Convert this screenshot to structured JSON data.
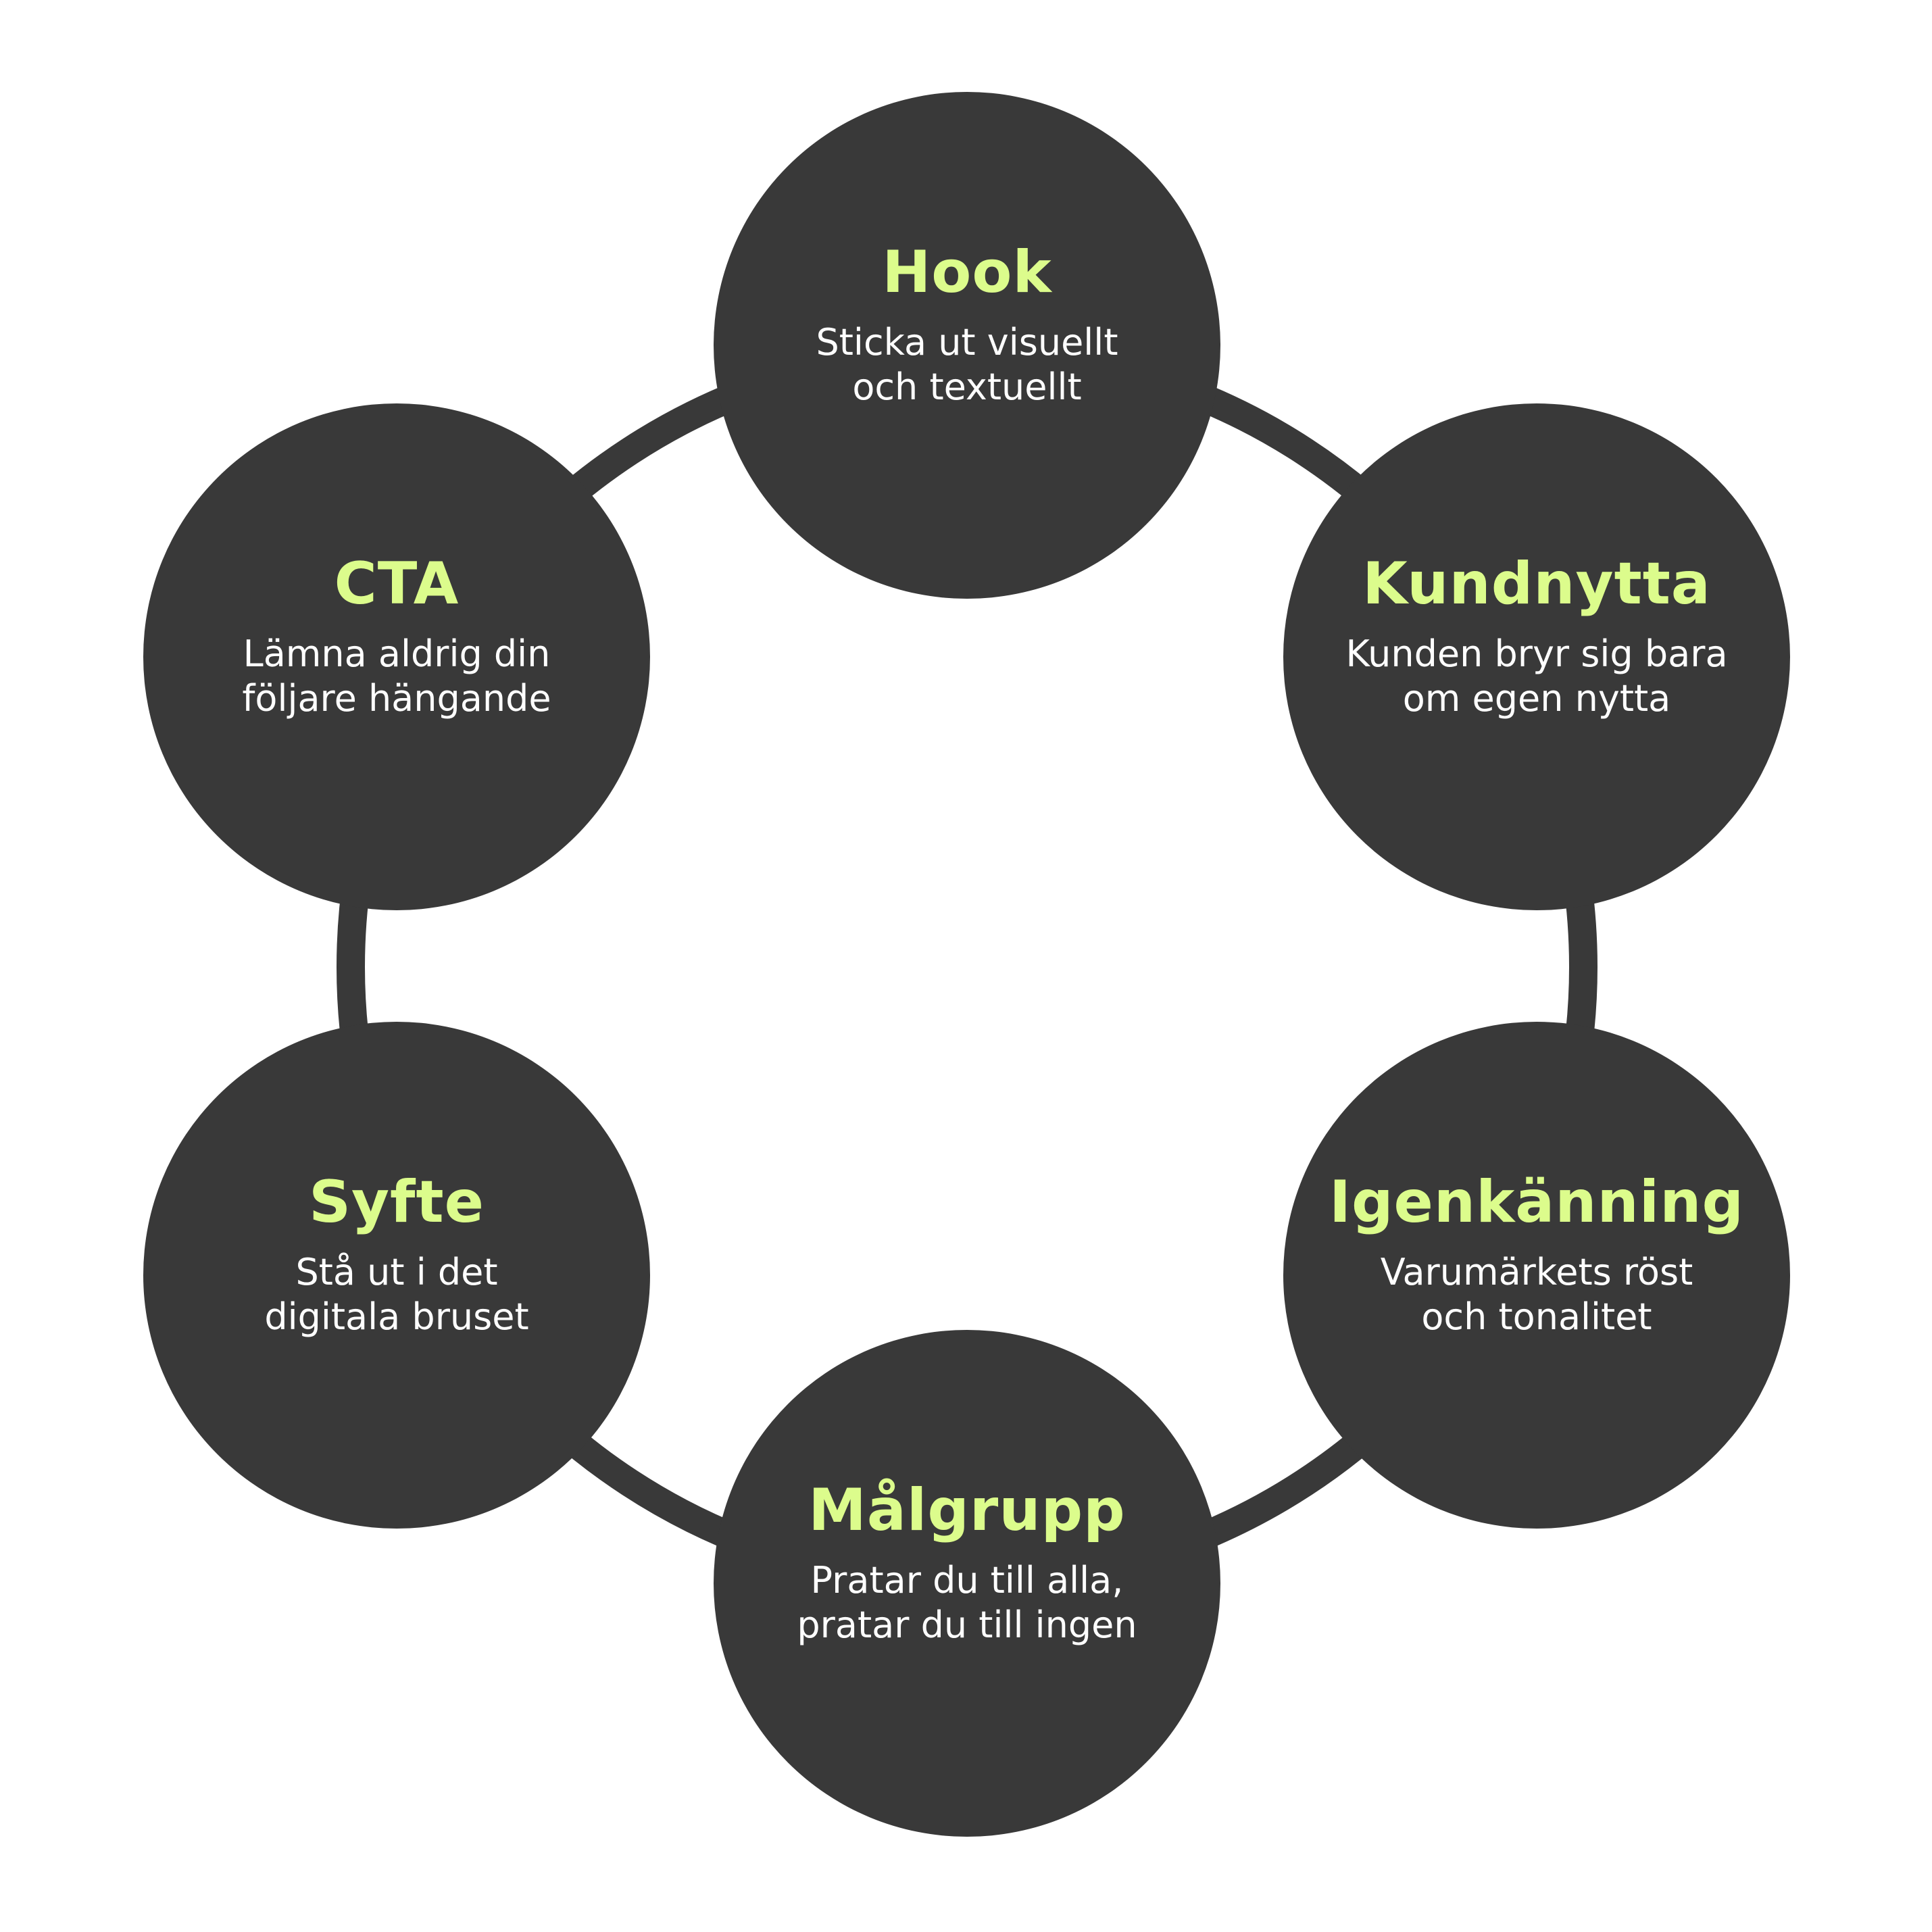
{
  "colors": {
    "node_fill": "#393939",
    "ring_stroke": "#393939",
    "title": "#dcfc8c",
    "description": "#ffffff",
    "background": "#ffffff"
  },
  "nodes": [
    {
      "title": "Hook",
      "description": "Sticka ut visuellt\noch textuellt"
    },
    {
      "title": "Kundnytta",
      "description": "Kunden bryr sig bara\nom egen nytta"
    },
    {
      "title": "Igenkänning",
      "description": "Varumärkets röst\noch tonalitet"
    },
    {
      "title": "Målgrupp",
      "description": "Pratar du till alla,\npratar du till ingen"
    },
    {
      "title": "Syfte",
      "description": "Stå ut i det\ndigitala bruset"
    },
    {
      "title": "CTA",
      "description": "Lämna aldrig din\nföljare hängande"
    }
  ]
}
